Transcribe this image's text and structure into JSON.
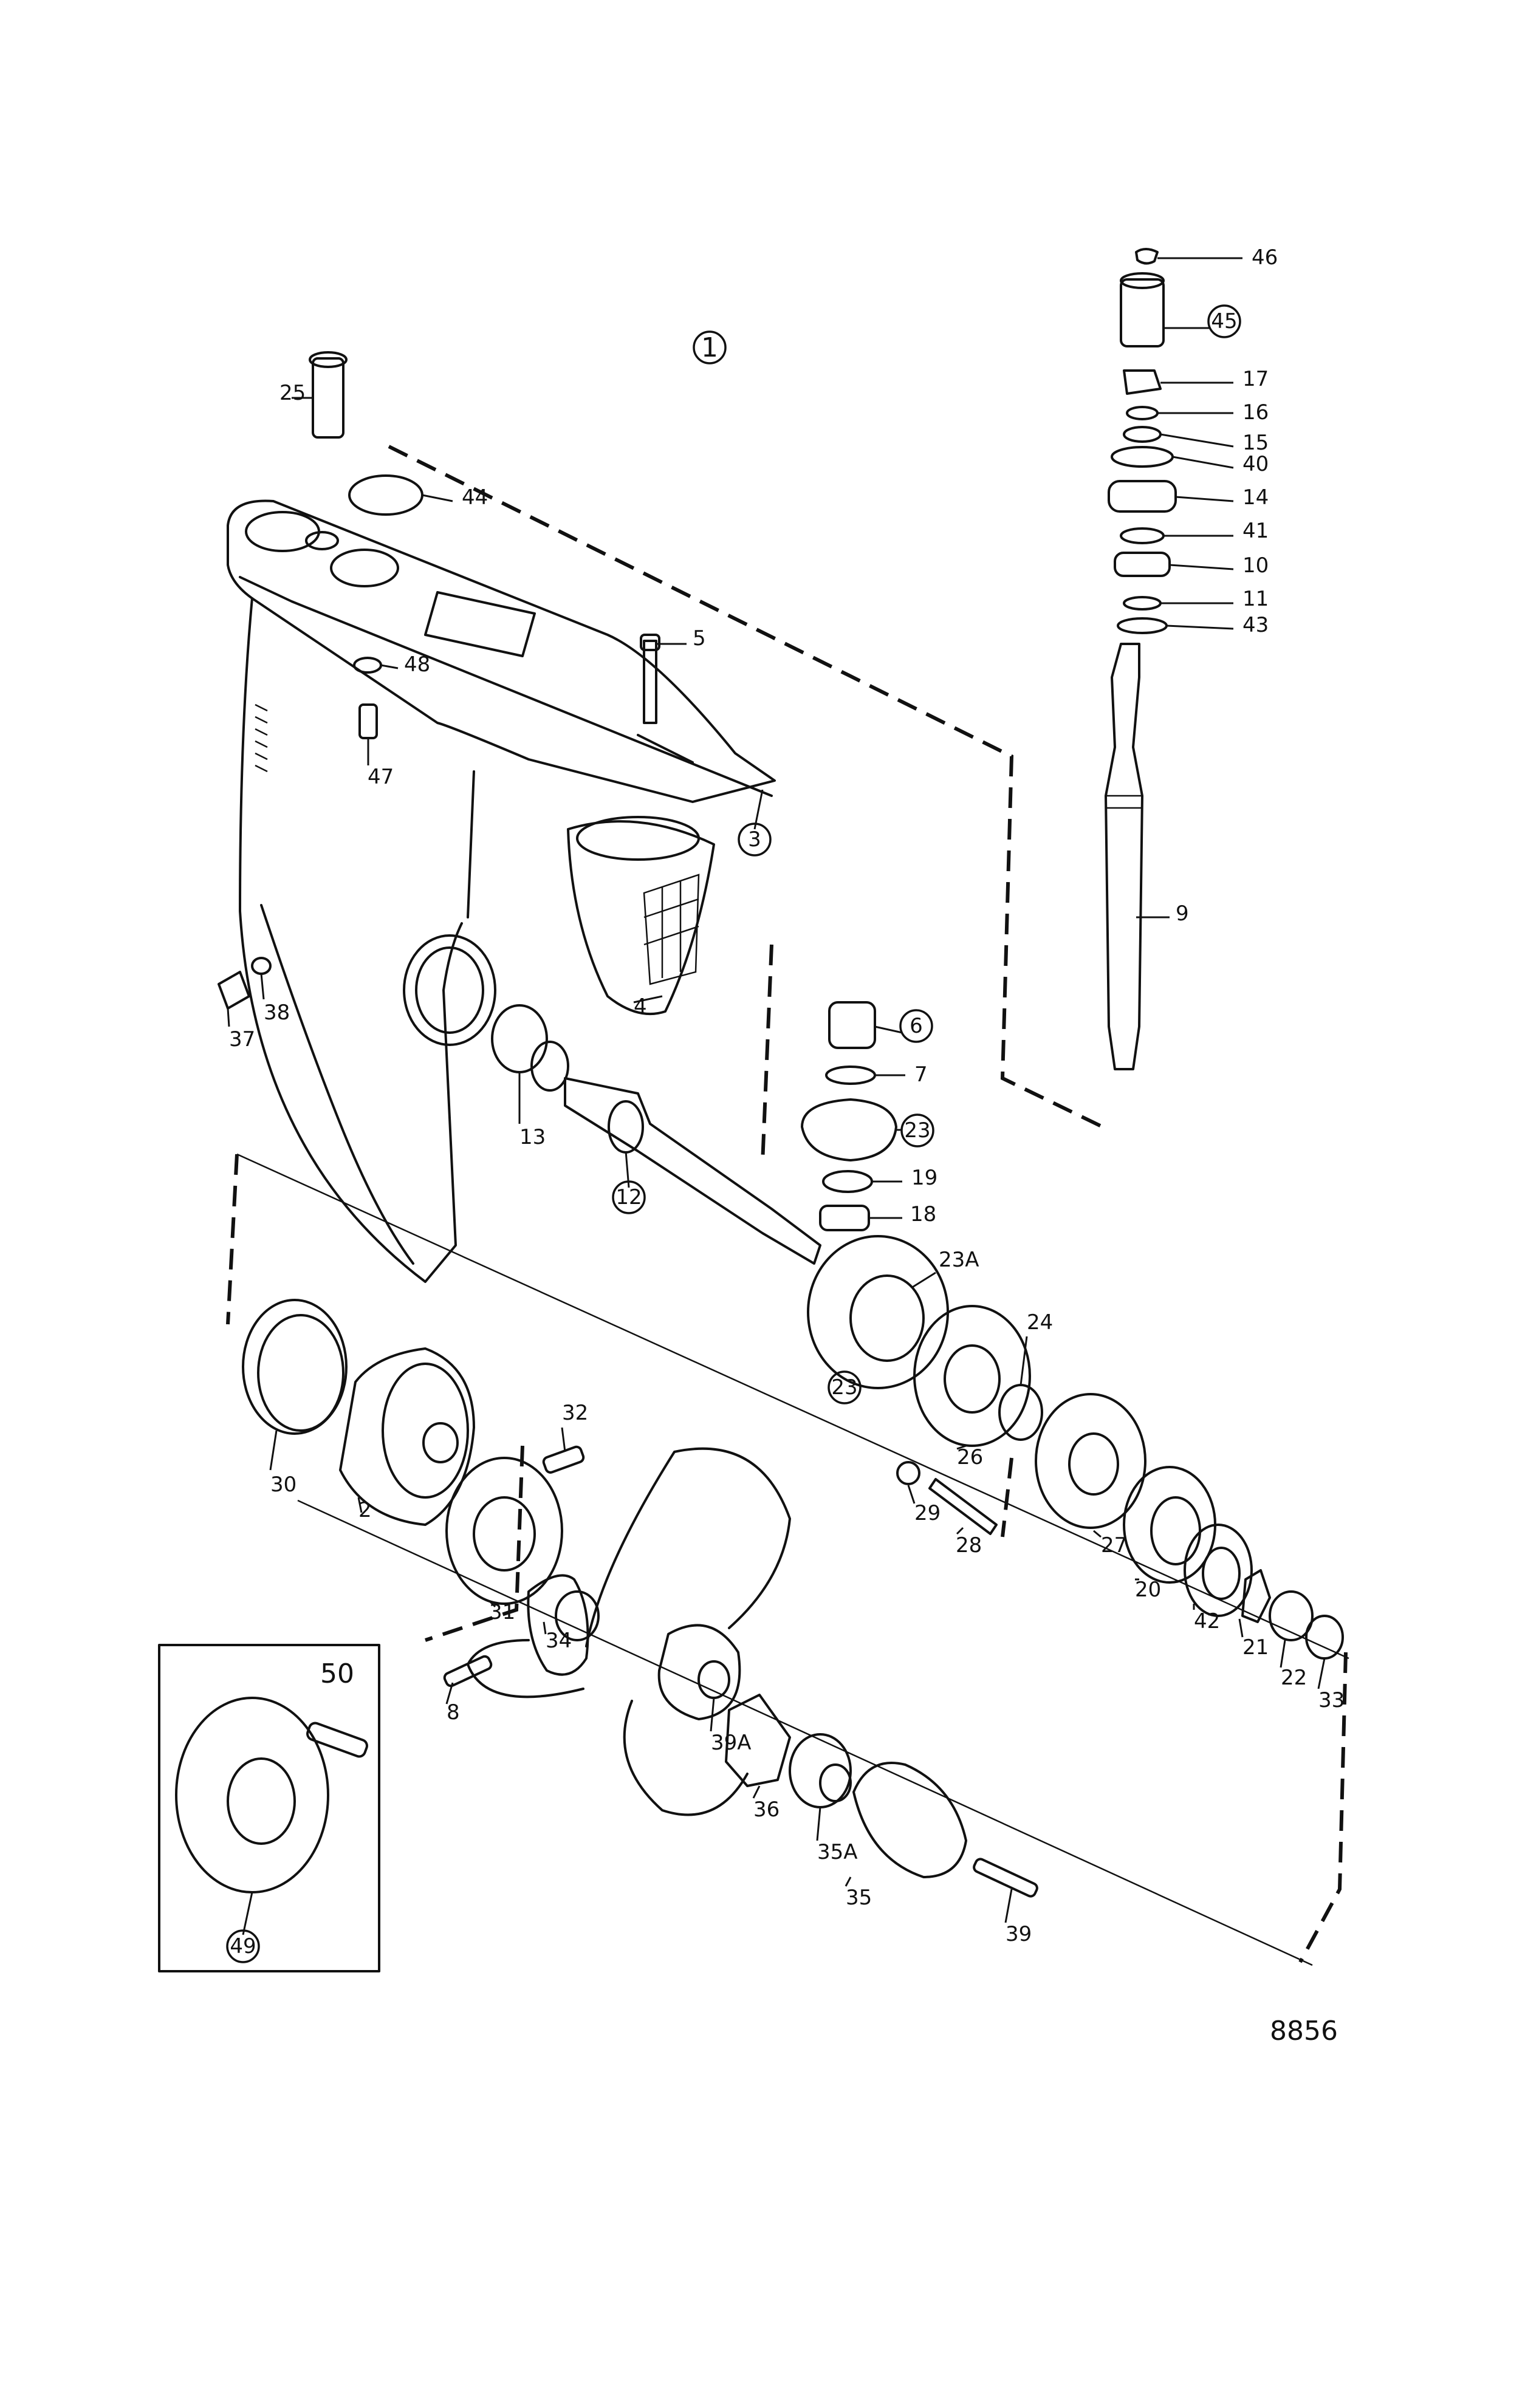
{
  "diagram": {
    "drawing_number": "8856",
    "figure_number": "1",
    "inset_label": "50",
    "parts": [
      {
        "id": "p46",
        "label": "46",
        "circled": false
      },
      {
        "id": "p45",
        "label": "45",
        "circled": true
      },
      {
        "id": "p17",
        "label": "17",
        "circled": false
      },
      {
        "id": "p16",
        "label": "16",
        "circled": false
      },
      {
        "id": "p15",
        "label": "15",
        "circled": false
      },
      {
        "id": "p40",
        "label": "40",
        "circled": false
      },
      {
        "id": "p14",
        "label": "14",
        "circled": false
      },
      {
        "id": "p41",
        "label": "41",
        "circled": false
      },
      {
        "id": "p10",
        "label": "10",
        "circled": false
      },
      {
        "id": "p11",
        "label": "11",
        "circled": false
      },
      {
        "id": "p43",
        "label": "43",
        "circled": false
      },
      {
        "id": "p9",
        "label": "9",
        "circled": false
      },
      {
        "id": "p25",
        "label": "25",
        "circled": false
      },
      {
        "id": "p44",
        "label": "44",
        "circled": false
      },
      {
        "id": "p5",
        "label": "5",
        "circled": false
      },
      {
        "id": "p48",
        "label": "48",
        "circled": false
      },
      {
        "id": "p47",
        "label": "47",
        "circled": false
      },
      {
        "id": "p3",
        "label": "3",
        "circled": true
      },
      {
        "id": "p4",
        "label": "4",
        "circled": false
      },
      {
        "id": "p37",
        "label": "37",
        "circled": false
      },
      {
        "id": "p38",
        "label": "38",
        "circled": false
      },
      {
        "id": "p13",
        "label": "13",
        "circled": false
      },
      {
        "id": "p12",
        "label": "12",
        "circled": true
      },
      {
        "id": "p6",
        "label": "6",
        "circled": true
      },
      {
        "id": "p7",
        "label": "7",
        "circled": false
      },
      {
        "id": "p23a",
        "label": "23",
        "circled": true
      },
      {
        "id": "p19",
        "label": "19",
        "circled": false
      },
      {
        "id": "p18",
        "label": "18",
        "circled": false
      },
      {
        "id": "p23A",
        "label": "23A",
        "circled": false
      },
      {
        "id": "p23b",
        "label": "23",
        "circled": true
      },
      {
        "id": "p24",
        "label": "24",
        "circled": false
      },
      {
        "id": "p26",
        "label": "26",
        "circled": false
      },
      {
        "id": "p30",
        "label": "30",
        "circled": false
      },
      {
        "id": "p2",
        "label": "2",
        "circled": false
      },
      {
        "id": "p32",
        "label": "32",
        "circled": false
      },
      {
        "id": "p31",
        "label": "31",
        "circled": false
      },
      {
        "id": "p34",
        "label": "34",
        "circled": false
      },
      {
        "id": "p29",
        "label": "29",
        "circled": false
      },
      {
        "id": "p28",
        "label": "28",
        "circled": false
      },
      {
        "id": "p27",
        "label": "27",
        "circled": false
      },
      {
        "id": "p20",
        "label": "20",
        "circled": false
      },
      {
        "id": "p42",
        "label": "42",
        "circled": false
      },
      {
        "id": "p21",
        "label": "21",
        "circled": false
      },
      {
        "id": "p22",
        "label": "22",
        "circled": false
      },
      {
        "id": "p33",
        "label": "33",
        "circled": false
      },
      {
        "id": "p8",
        "label": "8",
        "circled": false
      },
      {
        "id": "p39A",
        "label": "39A",
        "circled": false
      },
      {
        "id": "p36",
        "label": "36",
        "circled": false
      },
      {
        "id": "p35A",
        "label": "35A",
        "circled": false
      },
      {
        "id": "p35",
        "label": "35",
        "circled": false
      },
      {
        "id": "p39",
        "label": "39",
        "circled": false
      },
      {
        "id": "p49",
        "label": "49",
        "circled": true
      }
    ]
  }
}
